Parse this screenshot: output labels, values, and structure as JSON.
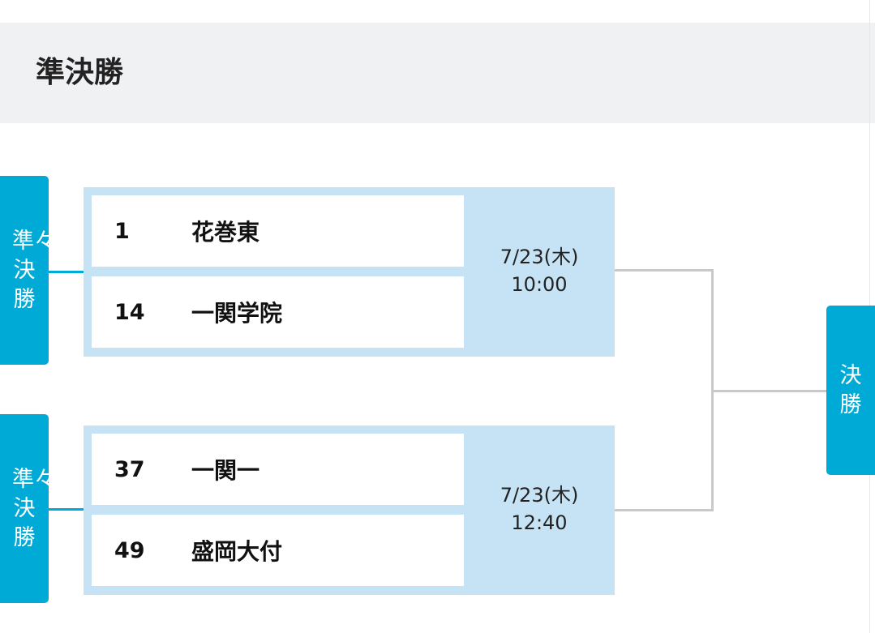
{
  "header": {
    "title": "準決勝"
  },
  "round_tabs": {
    "quarterfinal_label": "準々決勝",
    "final_label": "決勝"
  },
  "matches": [
    {
      "date": "7/23(木)",
      "time": "10:00",
      "teams": [
        {
          "seed": "1",
          "name": "花巻東"
        },
        {
          "seed": "14",
          "name": "一関学院"
        }
      ]
    },
    {
      "date": "7/23(木)",
      "time": "12:40",
      "teams": [
        {
          "seed": "37",
          "name": "一関一"
        },
        {
          "seed": "49",
          "name": "盛岡大付"
        }
      ]
    }
  ],
  "colors": {
    "accent": "#00aad6",
    "match_bg": "#c5e3f4",
    "header_bg": "#f0f1f3",
    "bracket_line": "#c9c9c9"
  }
}
